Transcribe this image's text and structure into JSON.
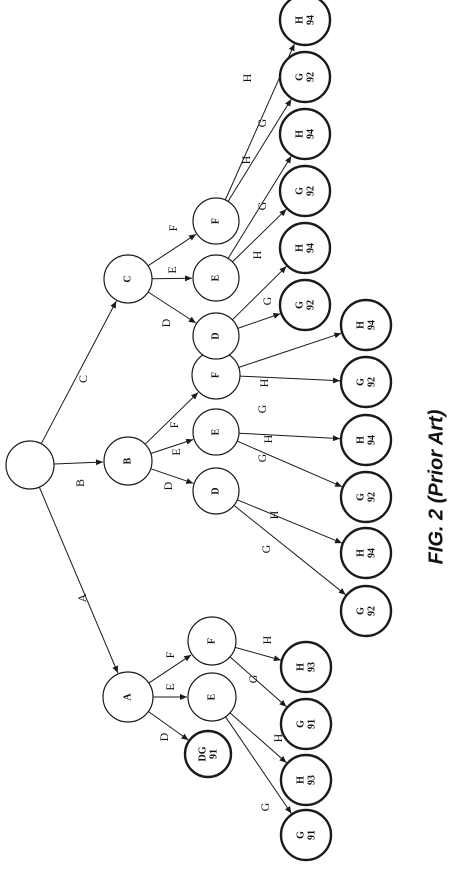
{
  "caption": "FIG. 2 (Prior Art)",
  "colors": {
    "ink": "#1a1a1a",
    "background": "#ffffff"
  },
  "nodes": [
    {
      "id": "root",
      "letter": "",
      "number": ""
    },
    {
      "id": "A",
      "letter": "A",
      "number": ""
    },
    {
      "id": "B",
      "letter": "B",
      "number": ""
    },
    {
      "id": "C",
      "letter": "C",
      "number": ""
    },
    {
      "id": "A-DG",
      "letter": "DG",
      "number": "91",
      "leaf": true
    },
    {
      "id": "A-E",
      "letter": "E",
      "number": ""
    },
    {
      "id": "A-F",
      "letter": "F",
      "number": ""
    },
    {
      "id": "A-E-G",
      "letter": "G",
      "number": "91",
      "leaf": true
    },
    {
      "id": "A-E-H",
      "letter": "H",
      "number": "93",
      "leaf": true
    },
    {
      "id": "A-F-G",
      "letter": "G",
      "number": "91",
      "leaf": true
    },
    {
      "id": "A-F-H",
      "letter": "H",
      "number": "93",
      "leaf": true
    },
    {
      "id": "B-D",
      "letter": "D",
      "number": ""
    },
    {
      "id": "B-E",
      "letter": "E",
      "number": ""
    },
    {
      "id": "B-F",
      "letter": "F",
      "number": ""
    },
    {
      "id": "B-D-G",
      "letter": "G",
      "number": "92",
      "leaf": true
    },
    {
      "id": "B-D-H",
      "letter": "H",
      "number": "94",
      "leaf": true
    },
    {
      "id": "B-E-G",
      "letter": "G",
      "number": "92",
      "leaf": true
    },
    {
      "id": "B-E-H",
      "letter": "H",
      "number": "94",
      "leaf": true
    },
    {
      "id": "B-F-G",
      "letter": "G",
      "number": "92",
      "leaf": true
    },
    {
      "id": "B-F-H",
      "letter": "H",
      "number": "94",
      "leaf": true
    },
    {
      "id": "C-D",
      "letter": "D",
      "number": ""
    },
    {
      "id": "C-E",
      "letter": "E",
      "number": ""
    },
    {
      "id": "C-F",
      "letter": "F",
      "number": ""
    },
    {
      "id": "C-D-G",
      "letter": "G",
      "number": "92",
      "leaf": true
    },
    {
      "id": "C-D-H",
      "letter": "H",
      "number": "94",
      "leaf": true
    },
    {
      "id": "C-E-G",
      "letter": "G",
      "number": "92",
      "leaf": true
    },
    {
      "id": "C-E-H",
      "letter": "H",
      "number": "94",
      "leaf": true
    },
    {
      "id": "C-F-G",
      "letter": "G",
      "number": "92",
      "leaf": true
    },
    {
      "id": "C-F-H",
      "letter": "H",
      "number": "94",
      "leaf": true
    }
  ],
  "edges": [
    {
      "from": "root",
      "to": "A",
      "label": "A"
    },
    {
      "from": "root",
      "to": "B",
      "label": "B"
    },
    {
      "from": "root",
      "to": "C",
      "label": "C"
    },
    {
      "from": "A",
      "to": "A-DG",
      "label": "D"
    },
    {
      "from": "A",
      "to": "A-E",
      "label": "E"
    },
    {
      "from": "A",
      "to": "A-F",
      "label": "F"
    },
    {
      "from": "A-E",
      "to": "A-E-G",
      "label": "G"
    },
    {
      "from": "A-E",
      "to": "A-E-H",
      "label": "H"
    },
    {
      "from": "A-F",
      "to": "A-F-G",
      "label": "G"
    },
    {
      "from": "A-F",
      "to": "A-F-H",
      "label": "H"
    },
    {
      "from": "B",
      "to": "B-D",
      "label": "D"
    },
    {
      "from": "B",
      "to": "B-E",
      "label": "E"
    },
    {
      "from": "B",
      "to": "B-F",
      "label": "F"
    },
    {
      "from": "B-D",
      "to": "B-D-G",
      "label": "G"
    },
    {
      "from": "B-D",
      "to": "B-D-H",
      "label": "H"
    },
    {
      "from": "B-E",
      "to": "B-E-G",
      "label": "G"
    },
    {
      "from": "B-E",
      "to": "B-E-H",
      "label": "H"
    },
    {
      "from": "B-F",
      "to": "B-F-G",
      "label": "G"
    },
    {
      "from": "B-F",
      "to": "B-F-H",
      "label": "H"
    },
    {
      "from": "C",
      "to": "C-D",
      "label": "D"
    },
    {
      "from": "C",
      "to": "C-E",
      "label": "E"
    },
    {
      "from": "C",
      "to": "C-F",
      "label": "F"
    },
    {
      "from": "C-D",
      "to": "C-D-G",
      "label": "G"
    },
    {
      "from": "C-D",
      "to": "C-D-H",
      "label": "H"
    },
    {
      "from": "C-E",
      "to": "C-E-G",
      "label": "G"
    },
    {
      "from": "C-E",
      "to": "C-E-H",
      "label": "H"
    },
    {
      "from": "C-F",
      "to": "C-F-G",
      "label": "G"
    },
    {
      "from": "C-F",
      "to": "C-F-H",
      "label": "H"
    }
  ]
}
